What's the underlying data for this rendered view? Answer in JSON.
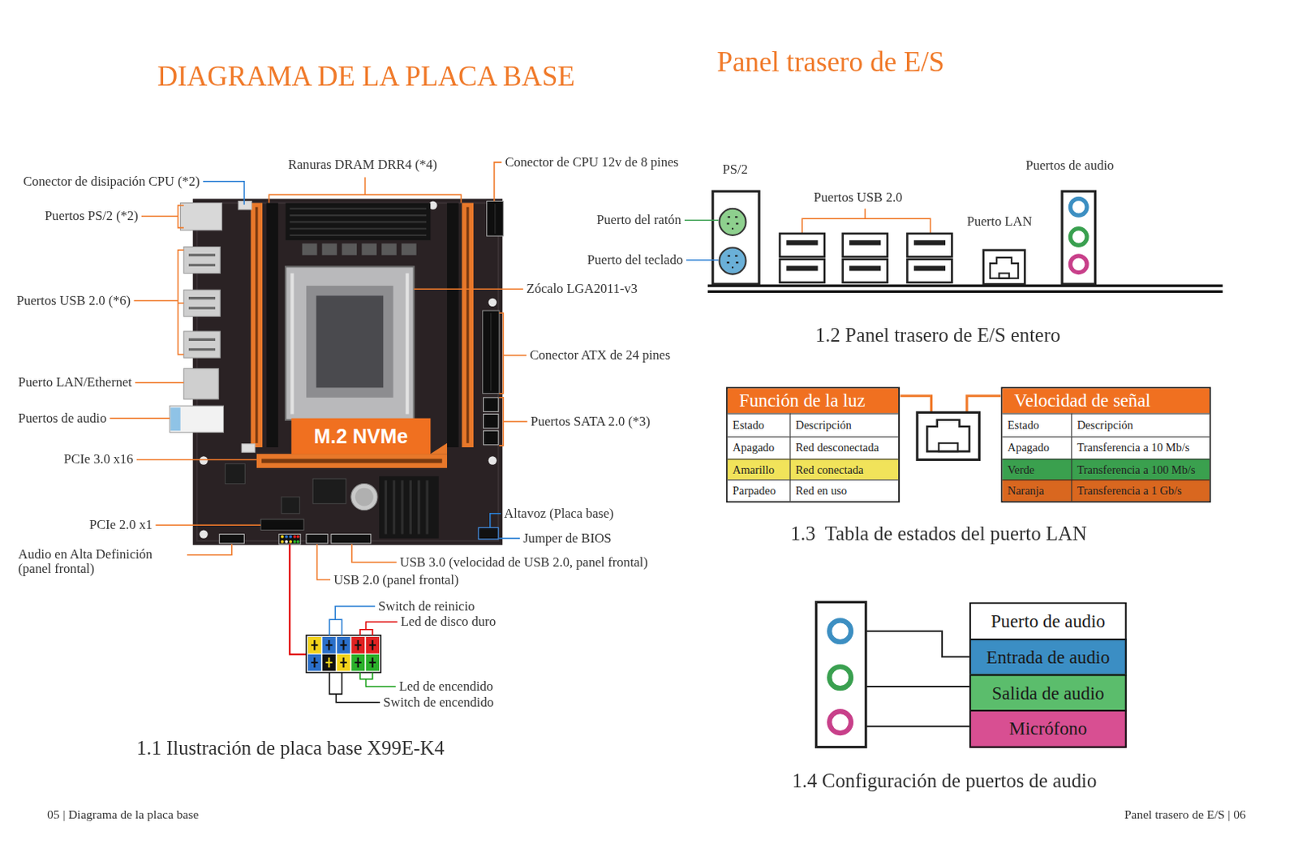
{
  "diagram": {
    "title": "DIAGRAMA DE LA PLACA BASE",
    "caption": "1.1 Ilustración de placa base X99E-K4",
    "nodes": [
      {
        "text": [
          "M.2 NVMe"
        ]
      },
      {
        "text": [
          "Función de la luz"
        ]
      },
      {
        "text": [
          "Velocidad de señal"
        ]
      },
      {
        "text": [
          "Puerto de audio"
        ]
      },
      {
        "text": [
          "Entrada de audio"
        ]
      },
      {
        "text": [
          "Salida de audio"
        ]
      },
      {
        "text": [
          "Micrófono"
        ]
      }
    ],
    "labels": [
      "Panel trasero de E/S",
      "Conector de disipación CPU (*2)",
      "Ranuras DRAM DRR4 (*4)",
      "Conector de CPU 12v de 8 pines",
      "Puertos PS/2 (*2)",
      "Puertos USB 2.0 (*6)",
      "Zócalo LGA2011-v3",
      "Conector ATX de 24 pines",
      "Puerto LAN/Ethernet",
      "Puertos de audio",
      "Puertos SATA 2.0 (*3)",
      "PCIe 3.0 x16",
      "PCIe 2.0 x1",
      "Altavoz (Placa base)",
      "Jumper de BIOS",
      "Audio en Alta Definición (panel frontal)",
      "USB 3.0 (velocidad de USB 2.0, panel frontal)",
      "USB 2.0 (panel frontal)",
      "Switch de reinicio",
      "Led de disco duro",
      "Led de encendido",
      "Switch de encendido",
      "PS/2",
      "Puertos USB 2.0",
      "Puertos de audio",
      "Puerto LAN",
      "Puerto del ratón",
      "Puerto del teclado",
      "1.2 Panel trasero de E/S entero",
      "Estado",
      "Descripción",
      "Apagado",
      "Red desconectada",
      "Amarillo",
      "Red conectada",
      "Parpadeo",
      "Red en uso",
      "Estado",
      "Descripción",
      "Apagado",
      "Transferencia a 10 Mb/s",
      "Verde",
      "Transferencia a 100 Mb/s",
      "Naranja",
      "Transferencia a 1 Gb/s",
      "1.3  Tabla de estados del puerto LAN",
      "1.4 Configuración de puertos de audio",
      "05 | Diagrama de la placa base",
      "Panel trasero de E/S | 06"
    ]
  }
}
